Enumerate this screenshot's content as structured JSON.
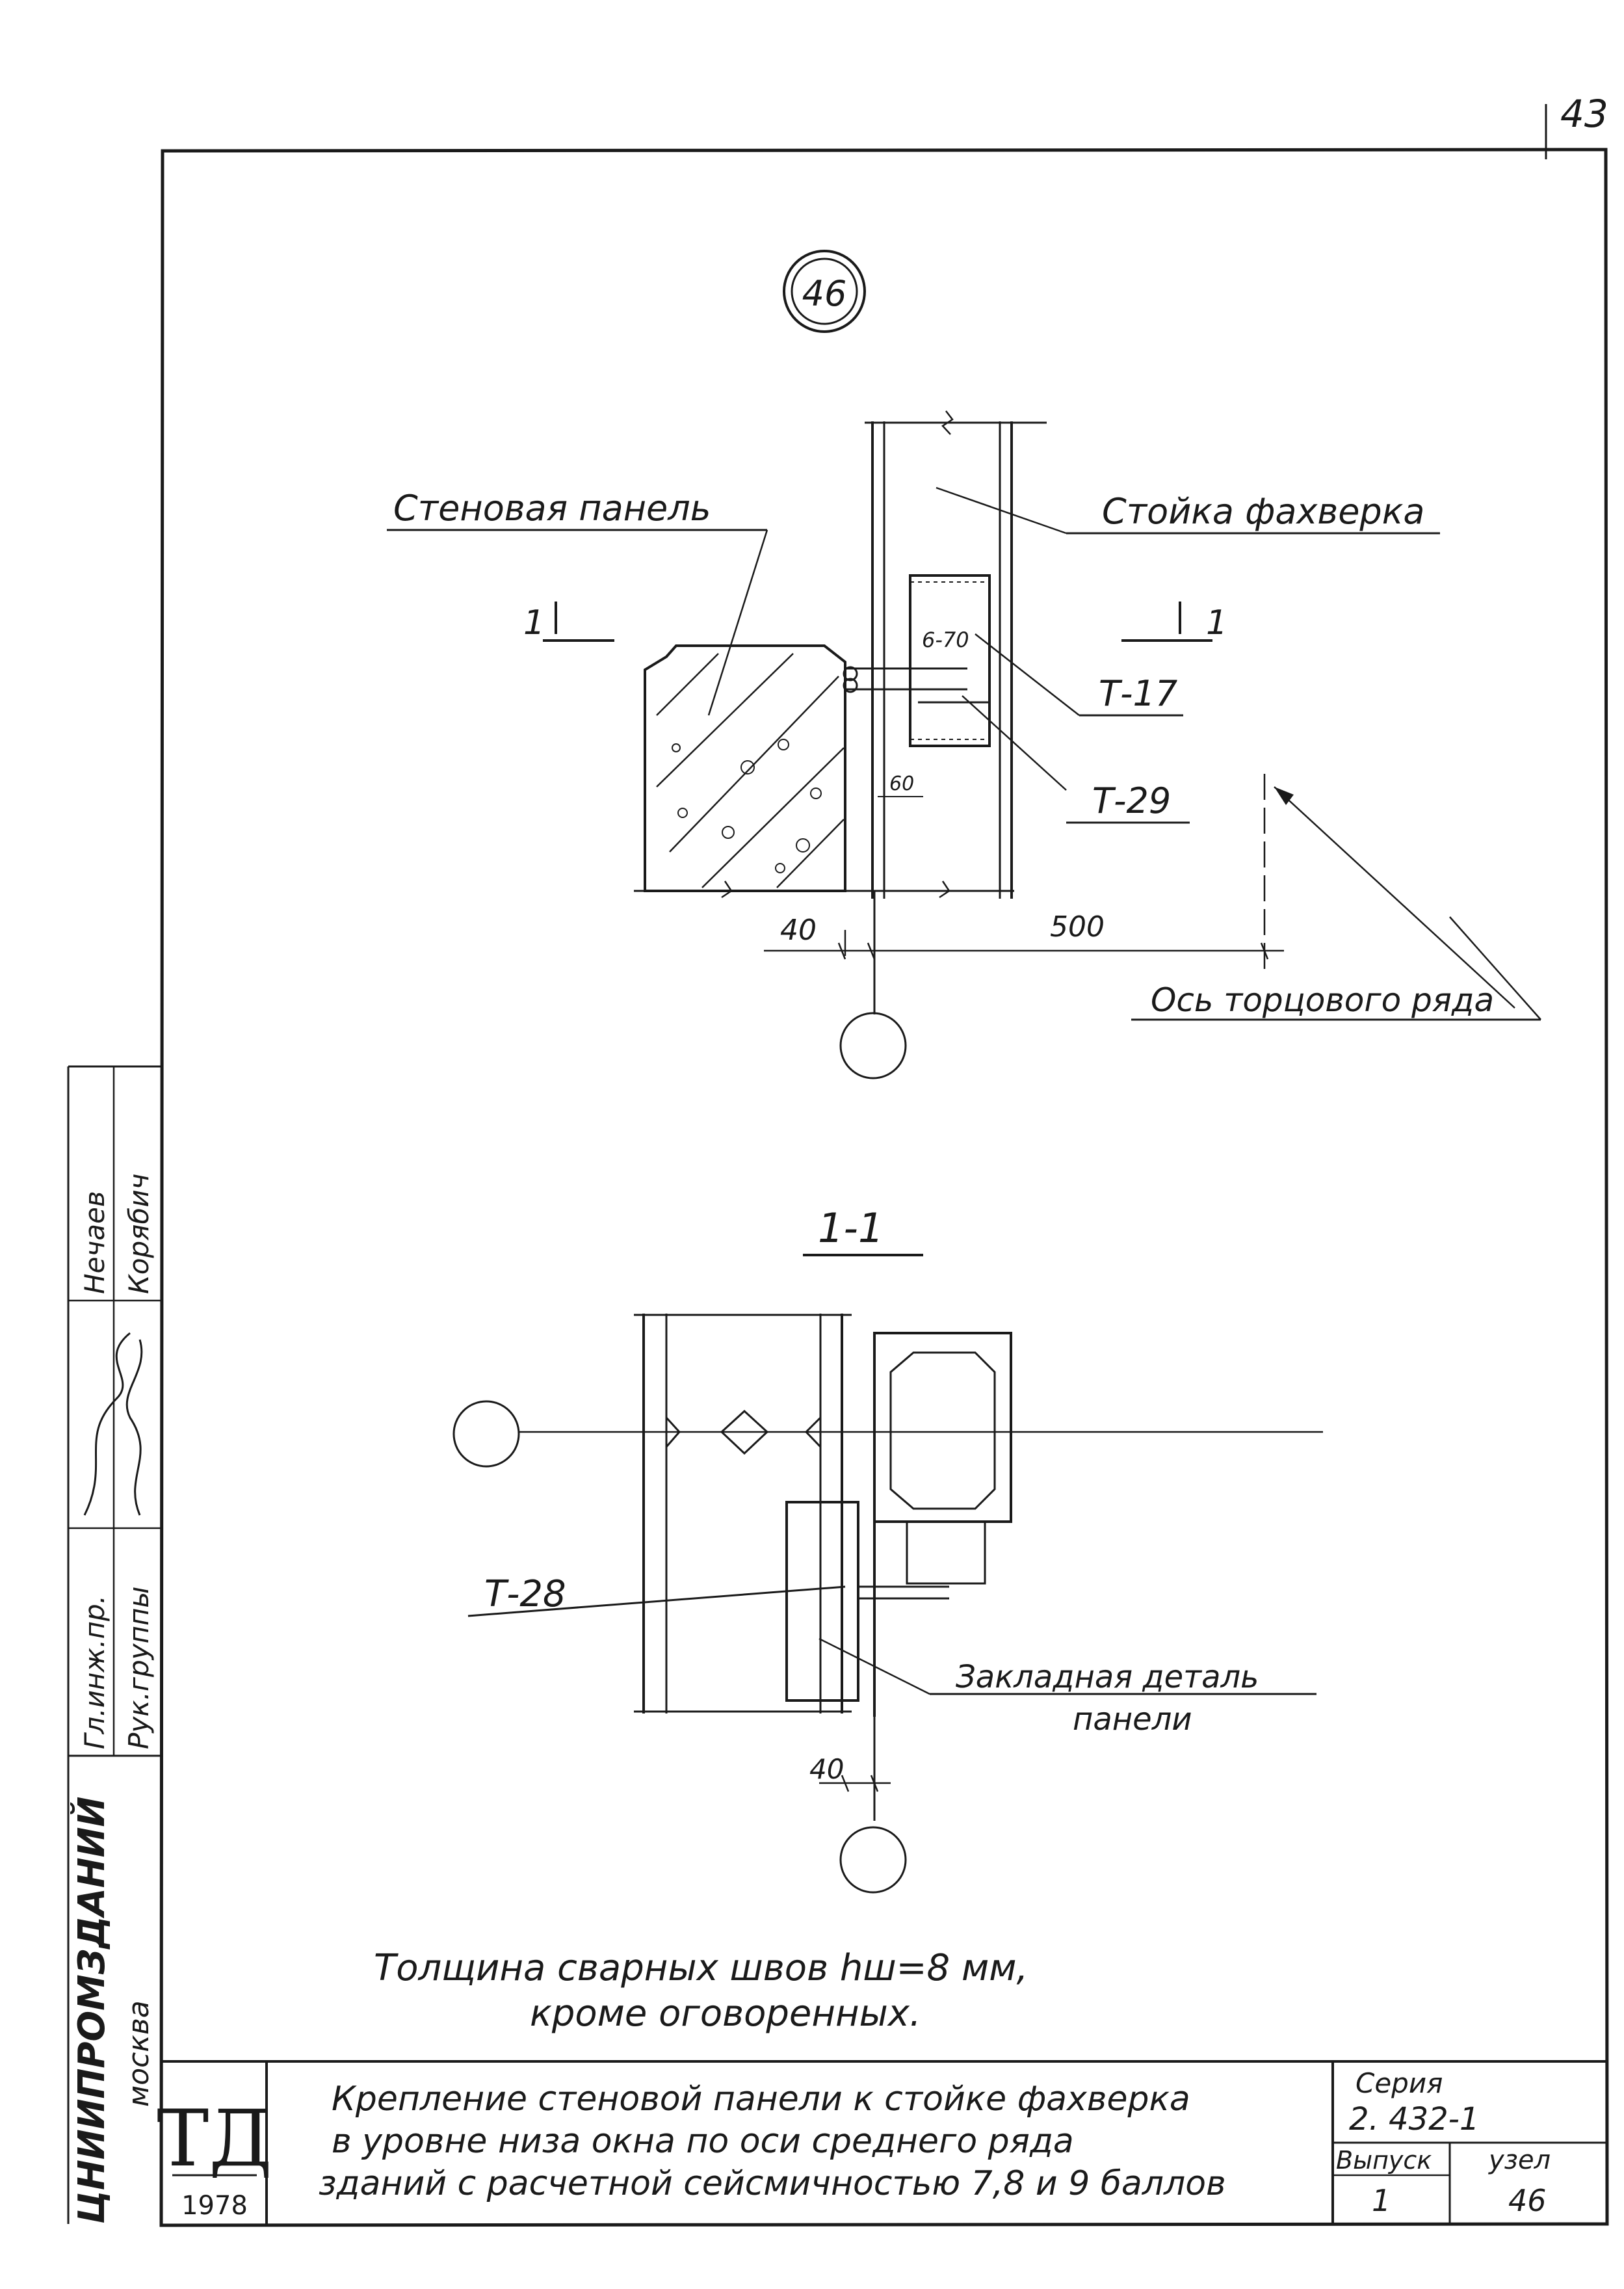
{
  "sheet": {
    "page_number": "43",
    "node_number": "46",
    "title_lines": [
      "Крепление стеновой панели к стойке фахверка",
      "в уровне низа окна по оси среднего ряда",
      "зданий с расчетной сейсмичностью 7,8 и 9 баллов"
    ],
    "series_label": "Серия",
    "series_value": "2. 432-1",
    "issue_label": "Выпуск",
    "issue_value": "1",
    "node_label": "узел",
    "node_value": "46",
    "logo_text": "ТД",
    "year": "1978",
    "side_org": "ЦНИИПРОМЗДАНИЙ",
    "side_city": "москва",
    "side_stamp": [
      "Гл.инж.пр.",
      "Рук.группы",
      "Нечаев",
      "Корябич"
    ]
  },
  "view_46": {
    "label_wall_panel": "Стеновая панель",
    "label_post": "Стойка фахверка",
    "cut_mark": "1",
    "tag_t17": "Т-17",
    "tag_t29": "Т-29",
    "dim_6_70": "6-70",
    "dim_60": "60",
    "dim_40": "40",
    "dim_500": "500",
    "label_axis": "Ось торцового ряда"
  },
  "section_1_1": {
    "title": "1-1",
    "tag_t28": "Т-28",
    "label_embedded_1": "Закладная деталь",
    "label_embedded_2": "панели",
    "dim_40": "40"
  },
  "note_lines": [
    "Толщина сварных швов  hш=8 мм,",
    "кроме оговоренных."
  ]
}
